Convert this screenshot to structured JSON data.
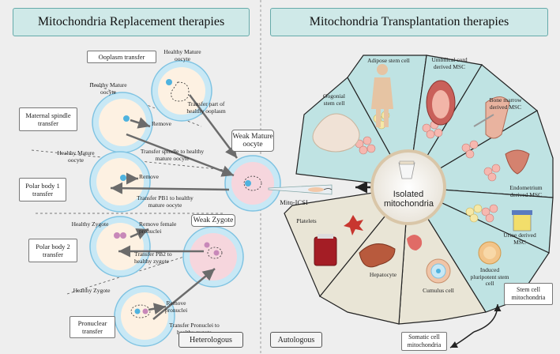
{
  "left_panel": {
    "title": "Mitochondria Replacement therapies",
    "footer": "Heterologous",
    "procedures": {
      "ooplasm_transfer": "Ooplasm transfer",
      "maternal_spindle_transfer": "Maternal spindle transfer",
      "polar_body_1_transfer": "Polar body 1 transfer",
      "polar_body_2_transfer": "Polar body 2 transfer",
      "pronuclear_transfer": "Pronuclear transfer"
    },
    "cells": {
      "healthy_mature_oocyte": "Healthy Mature oocyte",
      "healthy_zygote": "Healthy Zygote",
      "weak_mature_oocyte": "Weak Mature oocyte",
      "weak_zygote": "Weak Zygote"
    },
    "steps": {
      "transfer_part_ooplasm": "Transfer part of healthy ooplasm",
      "remove": "Remove",
      "transfer_spindle": "Transfer spindle to healthy mature oocyte",
      "transfer_pb1": "Transfer PB1 to healthy mature oocyte",
      "remove_female_pronuclei": "Remove female pronuclei",
      "transfer_pb2": "Transfer PB2 to healthy zygote",
      "remove_pronuclei": "Remove pronuclei",
      "transfer_pronuclei": "Transfer Pronuclei to healthy zygote"
    },
    "mito_icsi": "Mito-ICSI"
  },
  "right_panel": {
    "title": "Mitochondria Transplantation therapies",
    "footer": "Autologous",
    "center_label": "Isolated mitochondria",
    "sources": {
      "oogonial": "Oogonial stem cell",
      "adipose": "Adipose stem cell",
      "umbilical": "Umbilical cord derived MSC",
      "bone_marrow": "Bone marrow derived MSC",
      "endometrium": "Endometrium derived MSC",
      "urine": "Urine derived MSC",
      "ipsc": "Induced pluripotent stem cell",
      "cumulus": "Cumulus cell",
      "hepatocyte": "Hepatocyte",
      "platelets": "Platelets"
    },
    "categories": {
      "stem_cell_mito": "Stem cell mitochondria",
      "somatic_cell_mito": "Somatic cell mitochondria"
    }
  },
  "colors": {
    "teal_segment": "#bfe3e3",
    "beige_segment": "#e9e5d6",
    "panel_bg": "#eeeeee",
    "title_bg": "#cfe9e8",
    "oocyte_ring": "#a9d8ee",
    "cytoplasm": "#fdf1e2",
    "zygote_fill": "#f6d6dd",
    "nucleus": "#5ab8e0",
    "arrow": "#777777"
  }
}
